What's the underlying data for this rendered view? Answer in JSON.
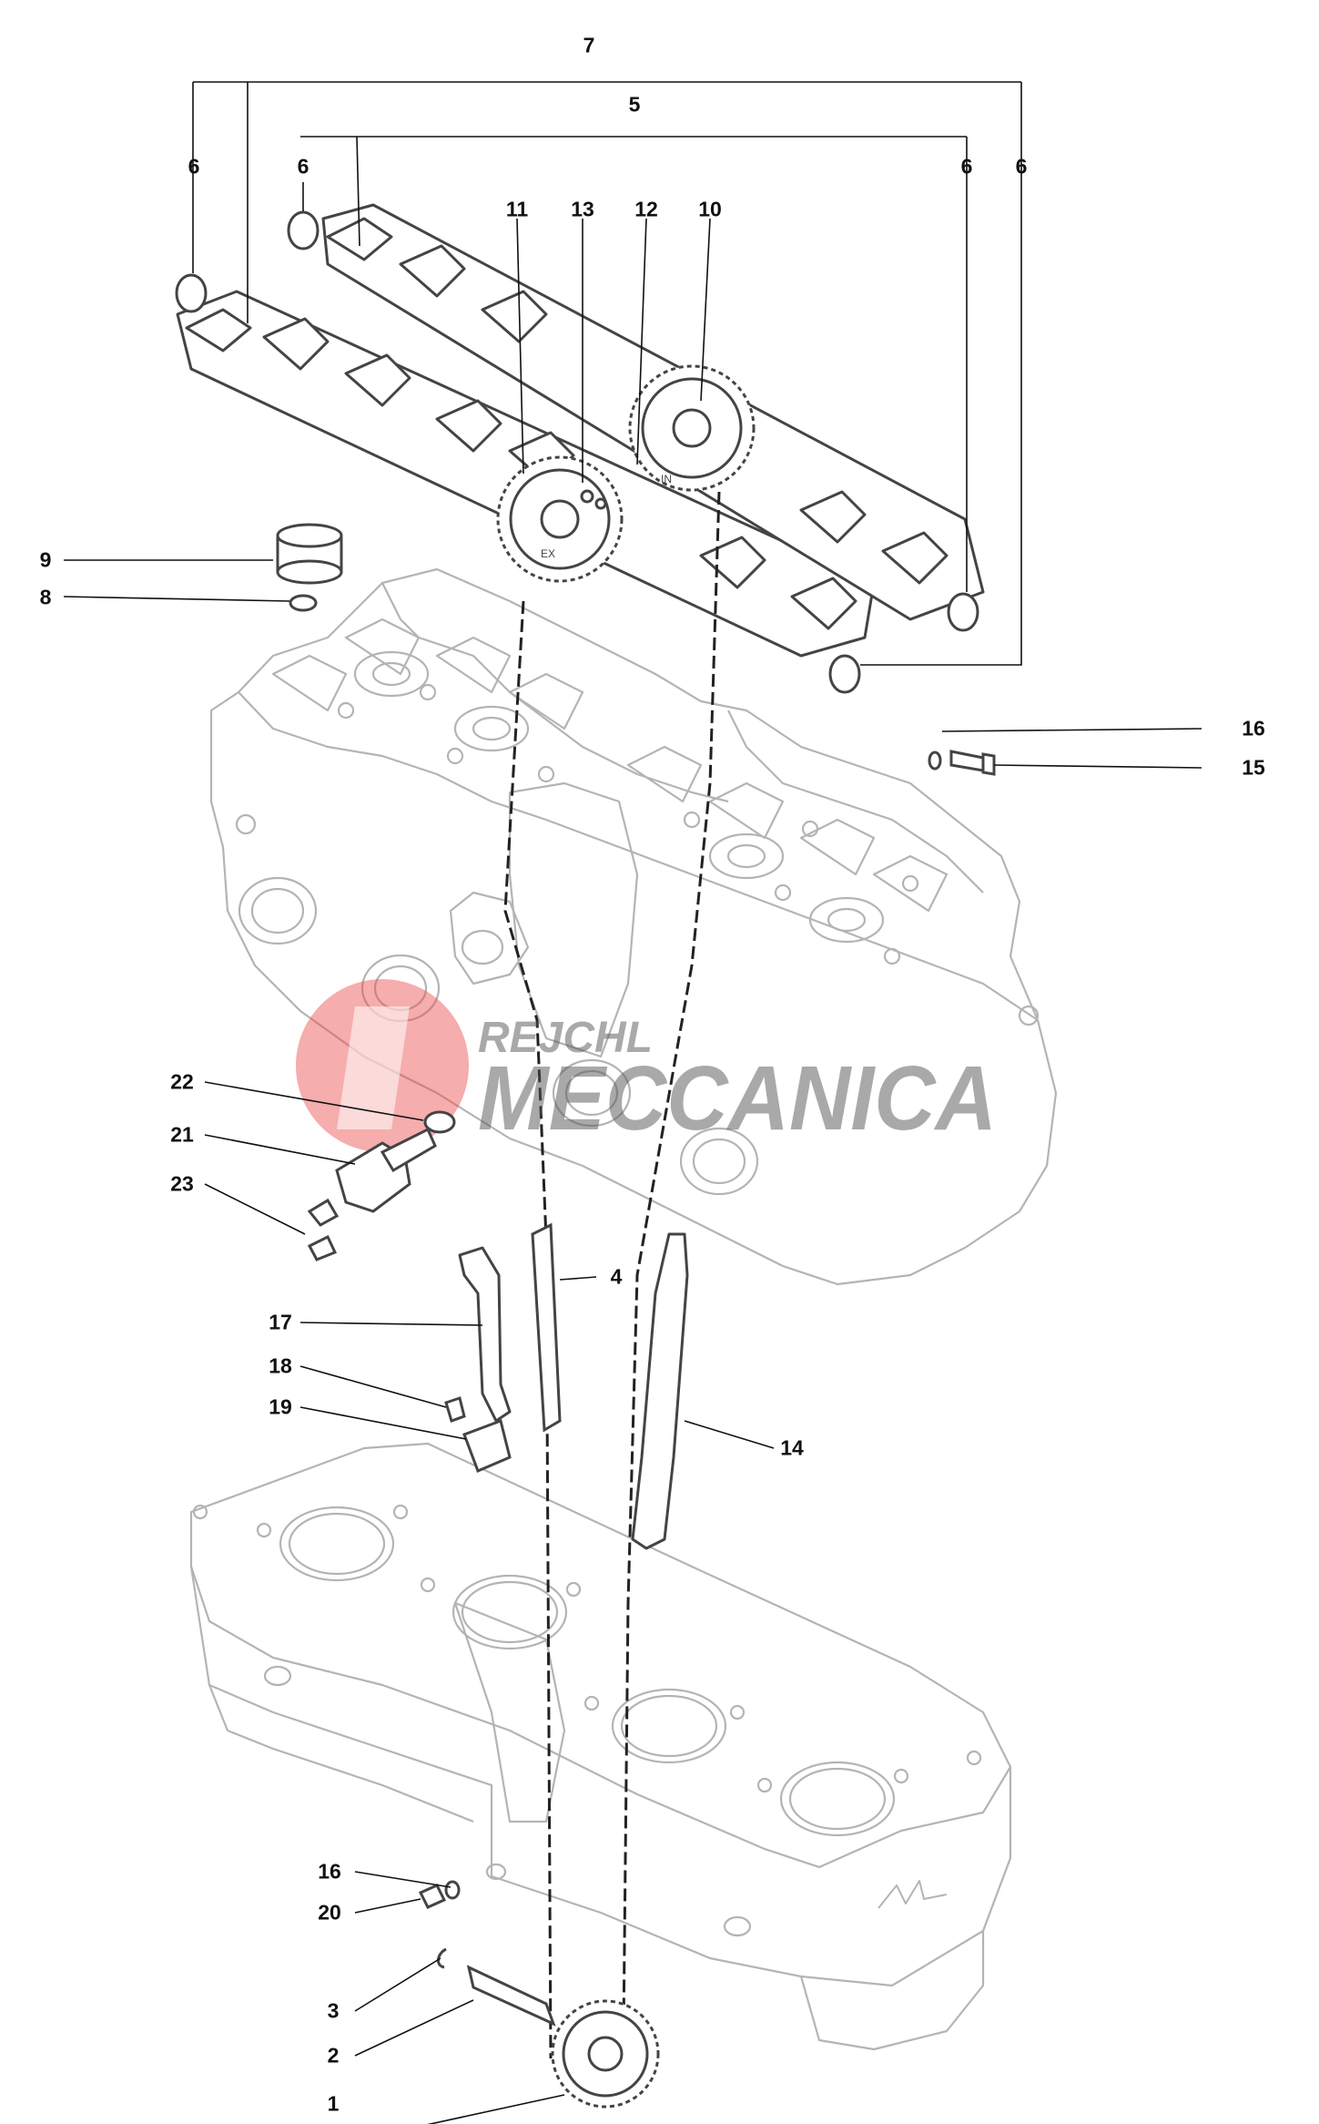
{
  "diagram": {
    "callouts": [
      {
        "id": "c7",
        "text": "7"
      },
      {
        "id": "c5",
        "text": "5"
      },
      {
        "id": "c6a",
        "text": "6"
      },
      {
        "id": "c6b",
        "text": "6"
      },
      {
        "id": "c6c",
        "text": "6"
      },
      {
        "id": "c6d",
        "text": "6"
      },
      {
        "id": "c11",
        "text": "11"
      },
      {
        "id": "c13",
        "text": "13"
      },
      {
        "id": "c12",
        "text": "12"
      },
      {
        "id": "c10",
        "text": "10"
      },
      {
        "id": "c9",
        "text": "9"
      },
      {
        "id": "c8",
        "text": "8"
      },
      {
        "id": "c16a",
        "text": "16"
      },
      {
        "id": "c15",
        "text": "15"
      },
      {
        "id": "c22",
        "text": "22"
      },
      {
        "id": "c21",
        "text": "21"
      },
      {
        "id": "c23",
        "text": "23"
      },
      {
        "id": "c4",
        "text": "4"
      },
      {
        "id": "c17",
        "text": "17"
      },
      {
        "id": "c18",
        "text": "18"
      },
      {
        "id": "c19",
        "text": "19"
      },
      {
        "id": "c14",
        "text": "14"
      },
      {
        "id": "c16b",
        "text": "16"
      },
      {
        "id": "c20",
        "text": "20"
      },
      {
        "id": "c3",
        "text": "3"
      },
      {
        "id": "c2",
        "text": "2"
      },
      {
        "id": "c1",
        "text": "1"
      }
    ],
    "watermark": {
      "line1": "REJCHL",
      "line2": "MECCANICA",
      "color": "#e84a4a"
    },
    "sprocket_marks": {
      "intake": "IN",
      "exhaust": "EX"
    },
    "colors": {
      "line": "#111111",
      "part_outline": "#444444",
      "ghost_outline": "#b4b4b4"
    }
  }
}
